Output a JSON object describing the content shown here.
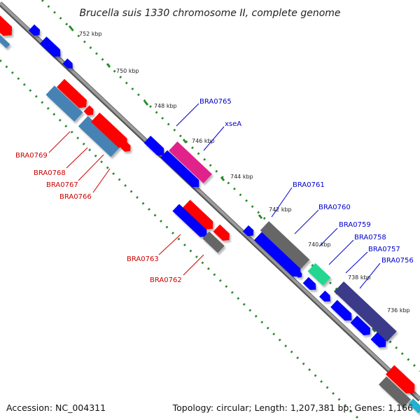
{
  "title": "Brucella suis 1330 chromosome II, complete genome",
  "accession": "Accession: NC_004311",
  "summary": "Topology: circular; Length: 1,207,381 bp; Genes: 1,166",
  "scale_labels": [
    "752 kbp",
    "750 kbp",
    "748 kbp",
    "746 kbp",
    "744 kbp",
    "742 kbp",
    "740 kbp",
    "738 kbp",
    "736 kbp"
  ],
  "labels_red": [
    "BRA0769",
    "BRA0768",
    "BRA0767",
    "BRA0766",
    "BRA0763",
    "BRA0762"
  ],
  "labels_blue": [
    "BRA0765",
    "xseA",
    "BRA0761",
    "BRA0760",
    "BRA0759",
    "BRA0758",
    "BRA0757",
    "BRA0756"
  ],
  "colors": {
    "backbone": "#8a8a8a",
    "forward_gene": "#ff0000",
    "reverse_gene": "#0000ff",
    "rna_gene": "#4682b4",
    "other_gene": "#666666",
    "highlight_pink": "#e0208a",
    "highlight_green": "#20d890",
    "highlight_purple": "#3a3a8a",
    "tick_dots": "#2a8a2a",
    "label_red": "#cc0000",
    "label_blue": "#0000cc"
  }
}
